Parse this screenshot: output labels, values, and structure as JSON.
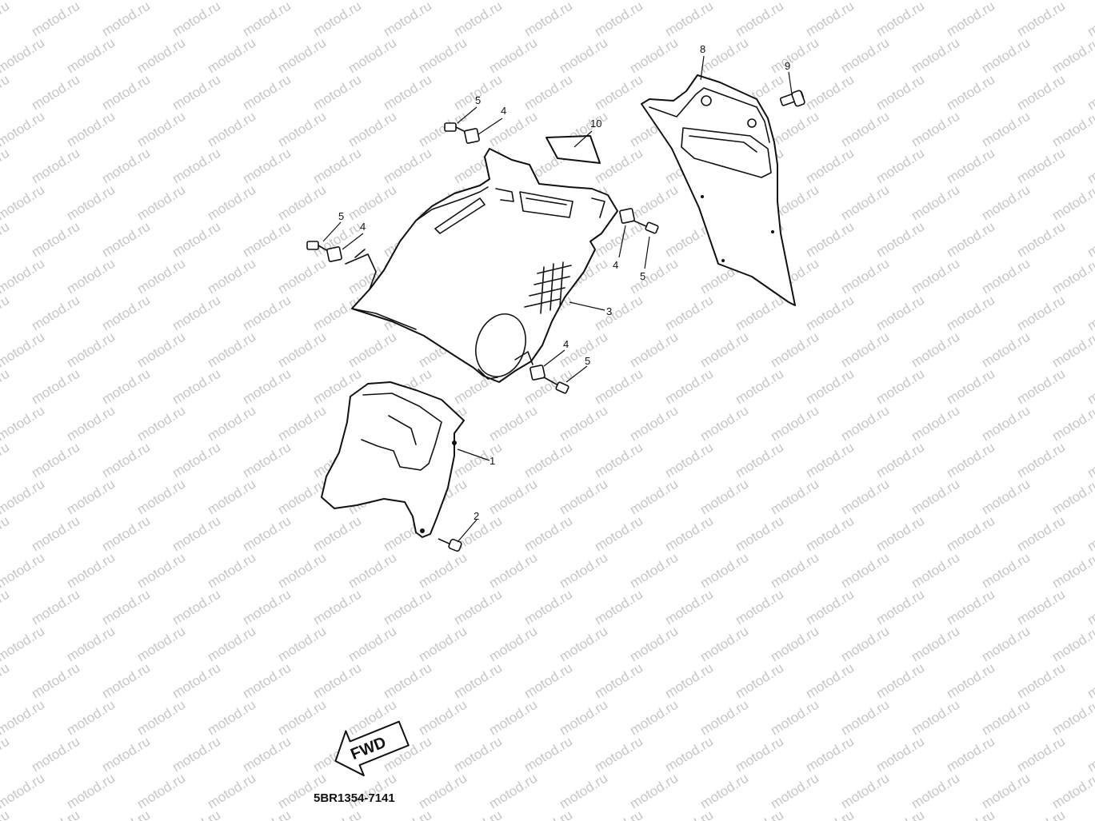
{
  "diagram": {
    "watermark_text": "motod.ru",
    "part_code": "5BR1354-7141",
    "direction_label": "FWD",
    "callouts": {
      "c1": "1",
      "c2": "2",
      "c3": "3",
      "c4a": "4",
      "c4b": "4",
      "c4c": "4",
      "c4d": "4",
      "c5a": "5",
      "c5b": "5",
      "c5c": "5",
      "c5d": "5",
      "c8": "8",
      "c9": "9",
      "c10": "10"
    }
  }
}
